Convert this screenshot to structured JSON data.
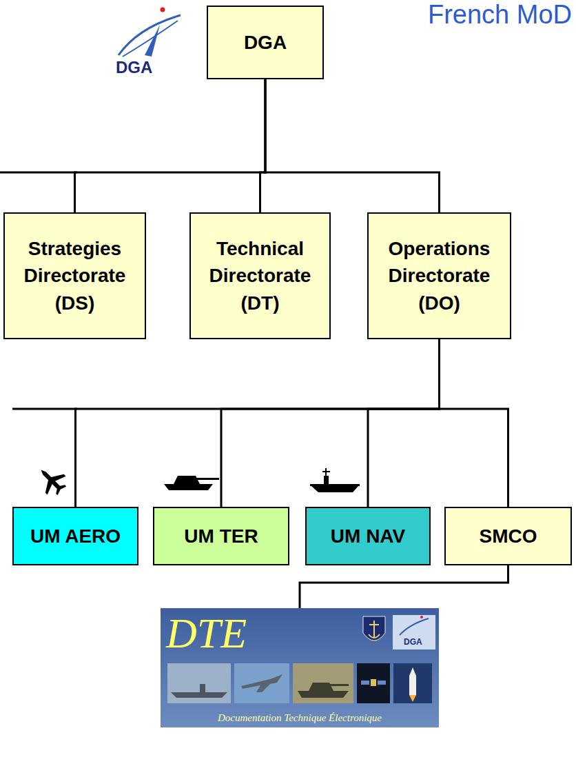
{
  "diagram": {
    "title": "French MoD",
    "nodes": [
      {
        "text": [
          "DGA"
        ]
      },
      {
        "text": [
          "Strategies Directorate (DS)"
        ]
      },
      {
        "text": [
          "Technical Directorate (DT)"
        ]
      },
      {
        "text": [
          "Operations Directorate (DO)"
        ]
      },
      {
        "text": [
          "UM AERO"
        ]
      },
      {
        "text": [
          "UM TER"
        ]
      },
      {
        "text": [
          "UM NAV"
        ]
      },
      {
        "text": [
          "SMCO"
        ]
      },
      {
        "text": [
          "DTE",
          "Documentation Technique Électronique"
        ]
      }
    ],
    "edges": [
      {
        "from": 0,
        "to": 1,
        "arrow": "none"
      },
      {
        "from": 0,
        "to": 2,
        "arrow": "none"
      },
      {
        "from": 0,
        "to": 3,
        "arrow": "none"
      },
      {
        "from": 3,
        "to": 4,
        "arrow": "none"
      },
      {
        "from": 3,
        "to": 5,
        "arrow": "none"
      },
      {
        "from": 3,
        "to": 6,
        "arrow": "none"
      },
      {
        "from": 3,
        "to": 7,
        "arrow": "none"
      },
      {
        "from": 7,
        "to": 8,
        "arrow": "none"
      }
    ],
    "labels": [
      "DGA",
      "DGA"
    ]
  }
}
